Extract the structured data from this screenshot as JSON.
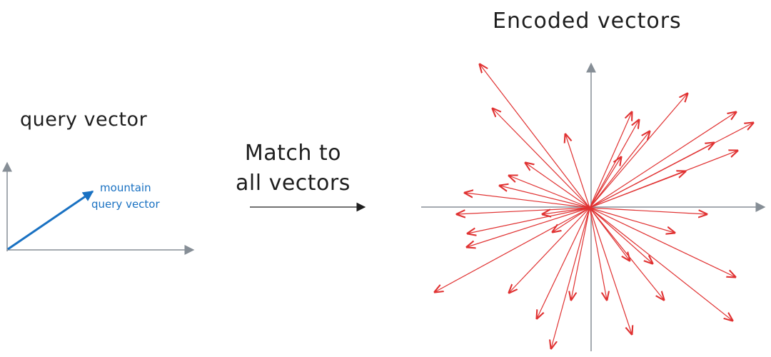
{
  "left_panel": {
    "title": "query vector",
    "vector_label_line1": "mountain",
    "vector_label_line2": "query vector"
  },
  "middle": {
    "line1": "Match to",
    "line2": "all vectors"
  },
  "right_panel": {
    "title": "Encoded vectors",
    "vector_count": 36
  },
  "colors": {
    "axis": "#868e96",
    "query_vector": "#1971c2",
    "encoded_vectors": "#e03131",
    "text": "#1e1e1e"
  }
}
